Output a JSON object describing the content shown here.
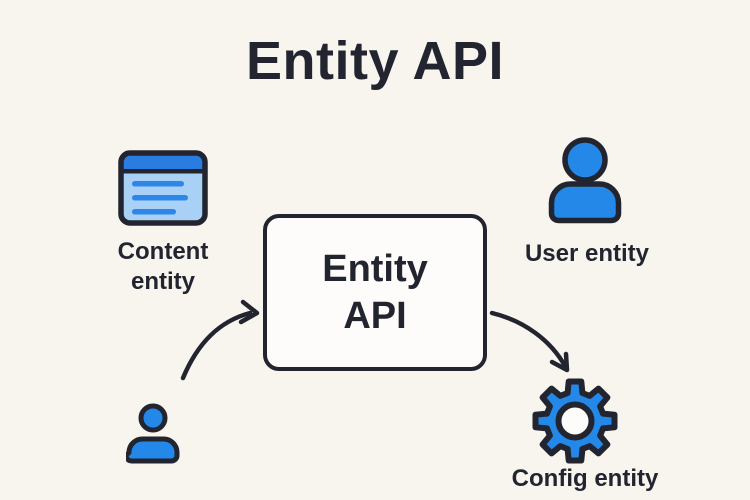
{
  "title": "Entity API",
  "colors": {
    "background": "#f8f5ee",
    "ink": "#22252f",
    "blue": "#2388e8",
    "blue_header": "#2a7de0",
    "blue_lines": "#2e86e8",
    "blue_light": "#a9d0f5",
    "box_fill": "#fdfcfa"
  },
  "center_box": {
    "label_line1": "Entity",
    "label_line2": "API"
  },
  "nodes": {
    "content": {
      "icon": "content-card-icon",
      "label_line1": "Content",
      "label_line2": "entity"
    },
    "user": {
      "icon": "user-icon",
      "label": "User entity"
    },
    "config": {
      "icon": "gear-icon",
      "label": "Config entity"
    },
    "actor": {
      "icon": "person-icon"
    }
  },
  "edges": [
    {
      "from": "actor",
      "to": "entity-api"
    },
    {
      "from": "entity-api",
      "to": "config"
    }
  ]
}
